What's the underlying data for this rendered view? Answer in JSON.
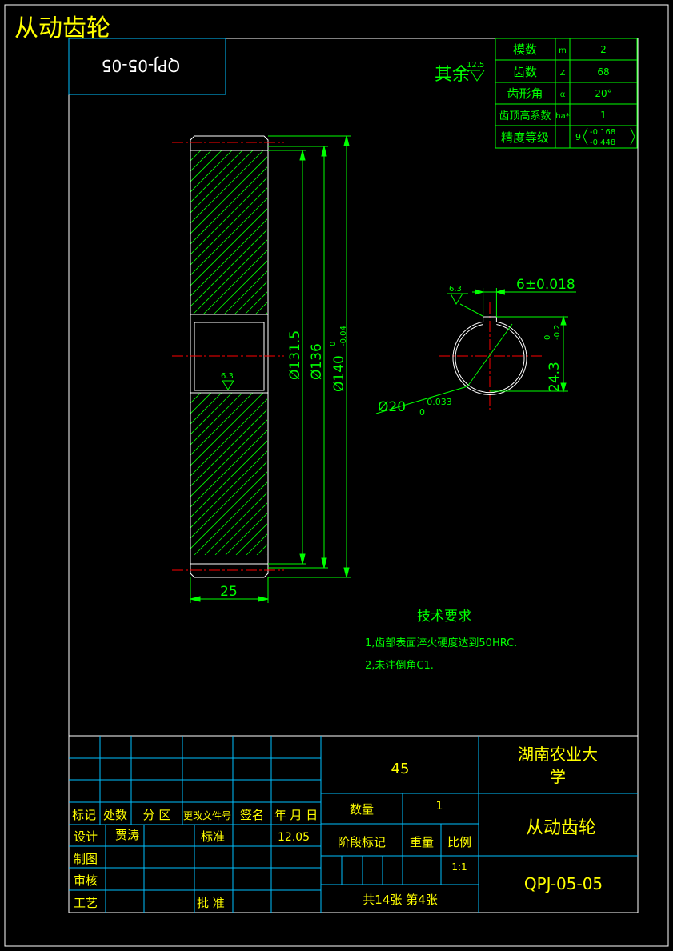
{
  "header": {
    "title": "从动齿轮",
    "mirrored_code": "QPJ-05-05"
  },
  "roughness": {
    "note": "其余",
    "default_value": "12.5",
    "bore_value": "6.3",
    "keyway_value": "6.3"
  },
  "gear_params": [
    {
      "label": "模数",
      "symbol": "m",
      "value": "2"
    },
    {
      "label": "齿数",
      "symbol": "Z",
      "value": "68"
    },
    {
      "label": "齿形角",
      "symbol": "α",
      "value": "20°"
    },
    {
      "label": "齿顶高系数",
      "symbol": "ha*",
      "value": "1"
    },
    {
      "label": "精度等级",
      "symbol": "",
      "value": "9",
      "tol_upper": "-0.168",
      "tol_lower": "-0.448"
    }
  ],
  "dimensions": {
    "d1": "Ø131.5",
    "d2": "Ø136",
    "d3": "Ø140",
    "d3_tol_upper": "0",
    "d3_tol_lower": "-0.04",
    "width": "25",
    "key_width": "6±0.018",
    "bore": "Ø20",
    "bore_tol_upper": "+0.033",
    "bore_tol_lower": "0",
    "key_depth": "24.3",
    "key_depth_tol_upper": "0",
    "key_depth_tol_lower": "-0.2"
  },
  "tech_requirements": {
    "title": "技术要求",
    "items": [
      "1,齿部表面淬火硬度达到50HRC.",
      "2,未注倒角C1."
    ]
  },
  "title_block": {
    "material": "45",
    "school": [
      "湖南农业大",
      "学"
    ],
    "part_name": "从动齿轮",
    "drawing_no": "QPJ-05-05",
    "quantity_label": "数量",
    "quantity_value": "1",
    "stage_label": "阶段标记",
    "weight_label": "重量",
    "scale_label": "比例",
    "scale_value": "1:1",
    "sheets": "共14张   第4张",
    "rev_headers": [
      "标记",
      "处数",
      "分 区",
      "更改文件号",
      "签名",
      "年 月 日"
    ],
    "design_label": "设计",
    "designer": "贾涛",
    "standard_label": "标准",
    "date": "12.05",
    "draw_label": "制图",
    "check_label": "审核",
    "process_label": "工艺",
    "approve_label": "批 准"
  }
}
